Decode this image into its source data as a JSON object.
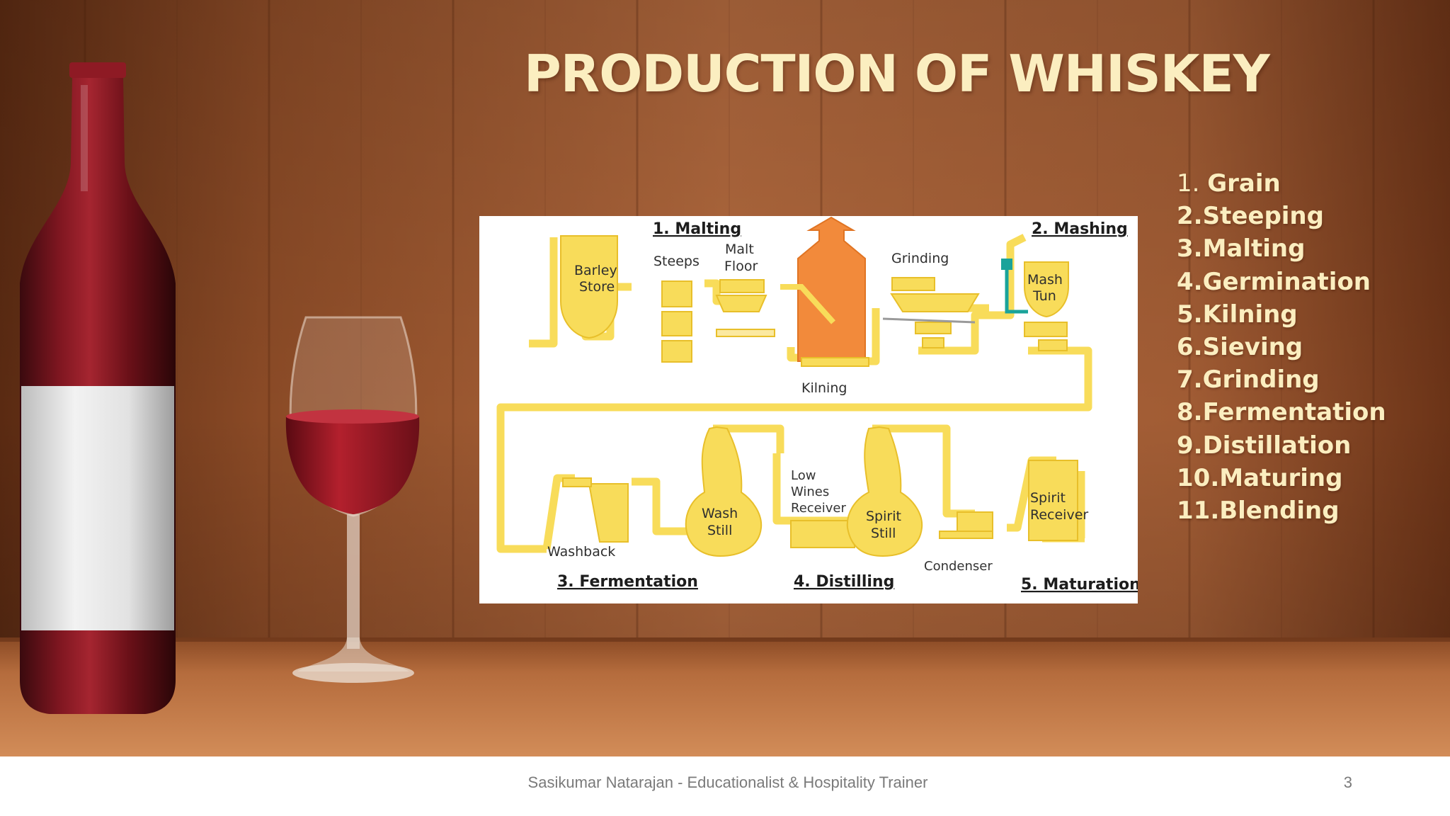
{
  "slide": {
    "title": "PRODUCTION OF WHISKEY",
    "steps": [
      {
        "num": "1. ",
        "label": "Grain",
        "num_light": true
      },
      {
        "num": "2.",
        "label": "Steeping"
      },
      {
        "num": "3.",
        "label": "Malting"
      },
      {
        "num": "4.",
        "label": "Germination"
      },
      {
        "num": "5.",
        "label": "Kilning"
      },
      {
        "num": "6.",
        "label": "Sieving"
      },
      {
        "num": "7.",
        "label": "Grinding"
      },
      {
        "num": "8.",
        "label": "Fermentation"
      },
      {
        "num": "9.",
        "label": "Distillation"
      },
      {
        "num": "10.",
        "label": "Maturing"
      },
      {
        "num": "11.",
        "label": "Blending"
      }
    ]
  },
  "diagram": {
    "headings": {
      "malting": "1. Malting",
      "mashing": "2. Mashing",
      "fermentation": "3. Fermentation",
      "distilling": "4. Distilling",
      "maturation": "5. Maturation"
    },
    "labels": {
      "barley_store_1": "Barley",
      "barley_store_2": "Store",
      "steeps": "Steeps",
      "malt_floor_1": "Malt",
      "malt_floor_2": "Floor",
      "kilning": "Kilning",
      "grinding": "Grinding",
      "mash_tun_1": "Mash",
      "mash_tun_2": "Tun",
      "washback": "Washback",
      "wash_still_1": "Wash",
      "wash_still_2": "Still",
      "low_wines_1": "Low",
      "low_wines_2": "Wines",
      "low_wines_3": "Receiver",
      "spirit_still_1": "Spirit",
      "spirit_still_2": "Still",
      "condenser": "Condenser",
      "spirit_receiver_1": "Spirit",
      "spirit_receiver_2": "Receiver"
    },
    "colors": {
      "vessel": "#f8dc5a",
      "vessel_outline": "#e8bf2a",
      "kiln": "#f28a3b",
      "valve": "#1aa39a"
    }
  },
  "footer": {
    "credit": "Sasikumar Natarajan - Educationalist & Hospitality Trainer",
    "page_number": "3"
  },
  "theme": {
    "wood": "#a4623a",
    "title_color": "#fbeec0",
    "wine": "#8e1a24"
  }
}
